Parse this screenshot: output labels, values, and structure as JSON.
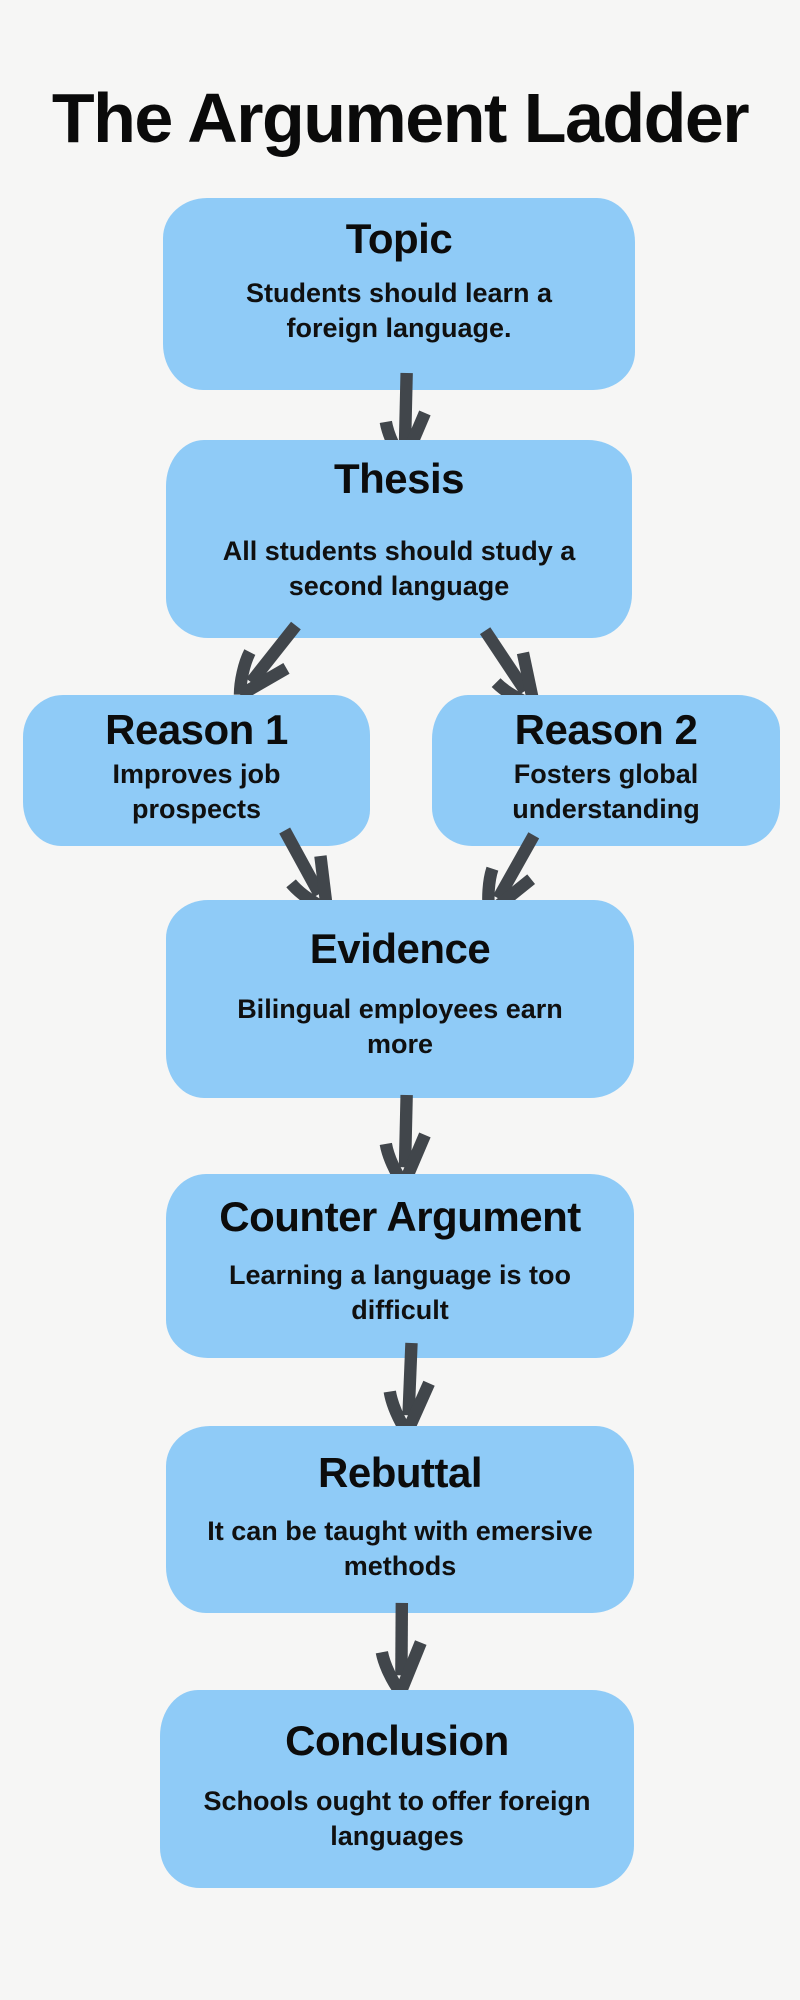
{
  "title": "The Argument Ladder",
  "colors": {
    "background": "#f6f6f5",
    "box_fill": "#8fcbf7",
    "heading_text": "#0c0c0c",
    "body_text": "#101010",
    "arrow": "#41464b"
  },
  "boxes": {
    "topic": {
      "heading": "Topic",
      "body": "Students should learn a foreign language."
    },
    "thesis": {
      "heading": "Thesis",
      "body": "All students should study a second language"
    },
    "reason1": {
      "heading": "Reason 1",
      "body": "Improves job prospects"
    },
    "reason2": {
      "heading": "Reason 2",
      "body": "Fosters global understanding"
    },
    "evidence": {
      "heading": "Evidence",
      "body": "Bilingual employees earn more"
    },
    "counter": {
      "heading": "Counter Argument",
      "body": "Learning a language is too difficult"
    },
    "rebuttal": {
      "heading": "Rebuttal",
      "body": "It can be taught with emersive methods"
    },
    "conclusion": {
      "heading": "Conclusion",
      "body": "Schools ought to offer foreign languages"
    }
  },
  "arrows": [
    {
      "name": "arrow-topic-to-thesis",
      "direction": "down"
    },
    {
      "name": "arrow-thesis-to-reason1",
      "direction": "down-left"
    },
    {
      "name": "arrow-thesis-to-reason2",
      "direction": "down-right"
    },
    {
      "name": "arrow-reason1-to-evidence",
      "direction": "down-right"
    },
    {
      "name": "arrow-reason2-to-evidence",
      "direction": "down-left"
    },
    {
      "name": "arrow-evidence-to-counter",
      "direction": "down"
    },
    {
      "name": "arrow-counter-to-rebuttal",
      "direction": "down"
    },
    {
      "name": "arrow-rebuttal-to-conclusion",
      "direction": "down"
    }
  ]
}
